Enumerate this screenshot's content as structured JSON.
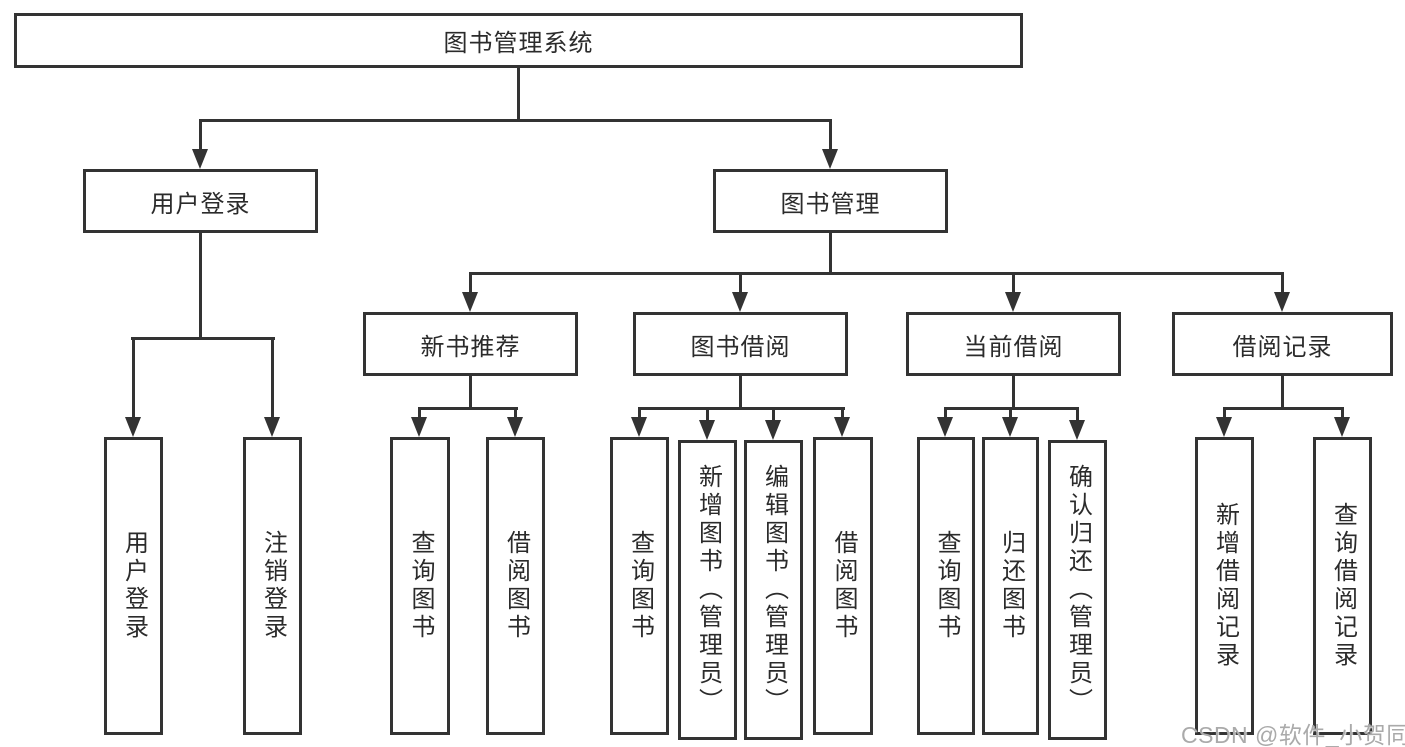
{
  "tree": {
    "label": "图书管理系统",
    "children": [
      {
        "label": "用户登录",
        "children": [
          {
            "label": "用户登录"
          },
          {
            "label": "注销登录"
          }
        ]
      },
      {
        "label": "图书管理",
        "children": [
          {
            "label": "新书推荐",
            "children": [
              {
                "label": "查询图书"
              },
              {
                "label": "借阅图书"
              }
            ]
          },
          {
            "label": "图书借阅",
            "children": [
              {
                "label": "查询图书"
              },
              {
                "label": "新增图书（管理员）"
              },
              {
                "label": "编辑图书（管理员）"
              },
              {
                "label": "借阅图书"
              }
            ]
          },
          {
            "label": "当前借阅",
            "children": [
              {
                "label": "查询图书"
              },
              {
                "label": "归还图书"
              },
              {
                "label": "确认归还（管理员）"
              }
            ]
          },
          {
            "label": "借阅记录",
            "children": [
              {
                "label": "新增借阅记录"
              },
              {
                "label": "查询借阅记录"
              }
            ]
          }
        ]
      }
    ]
  },
  "watermark": {
    "text": "CSDN @软件_小贺同学"
  },
  "colors": {
    "line": "#333333",
    "box_border": "#333333",
    "text": "#2b2b2b",
    "background": "#ffffff",
    "watermark": "#aaaaaa"
  }
}
